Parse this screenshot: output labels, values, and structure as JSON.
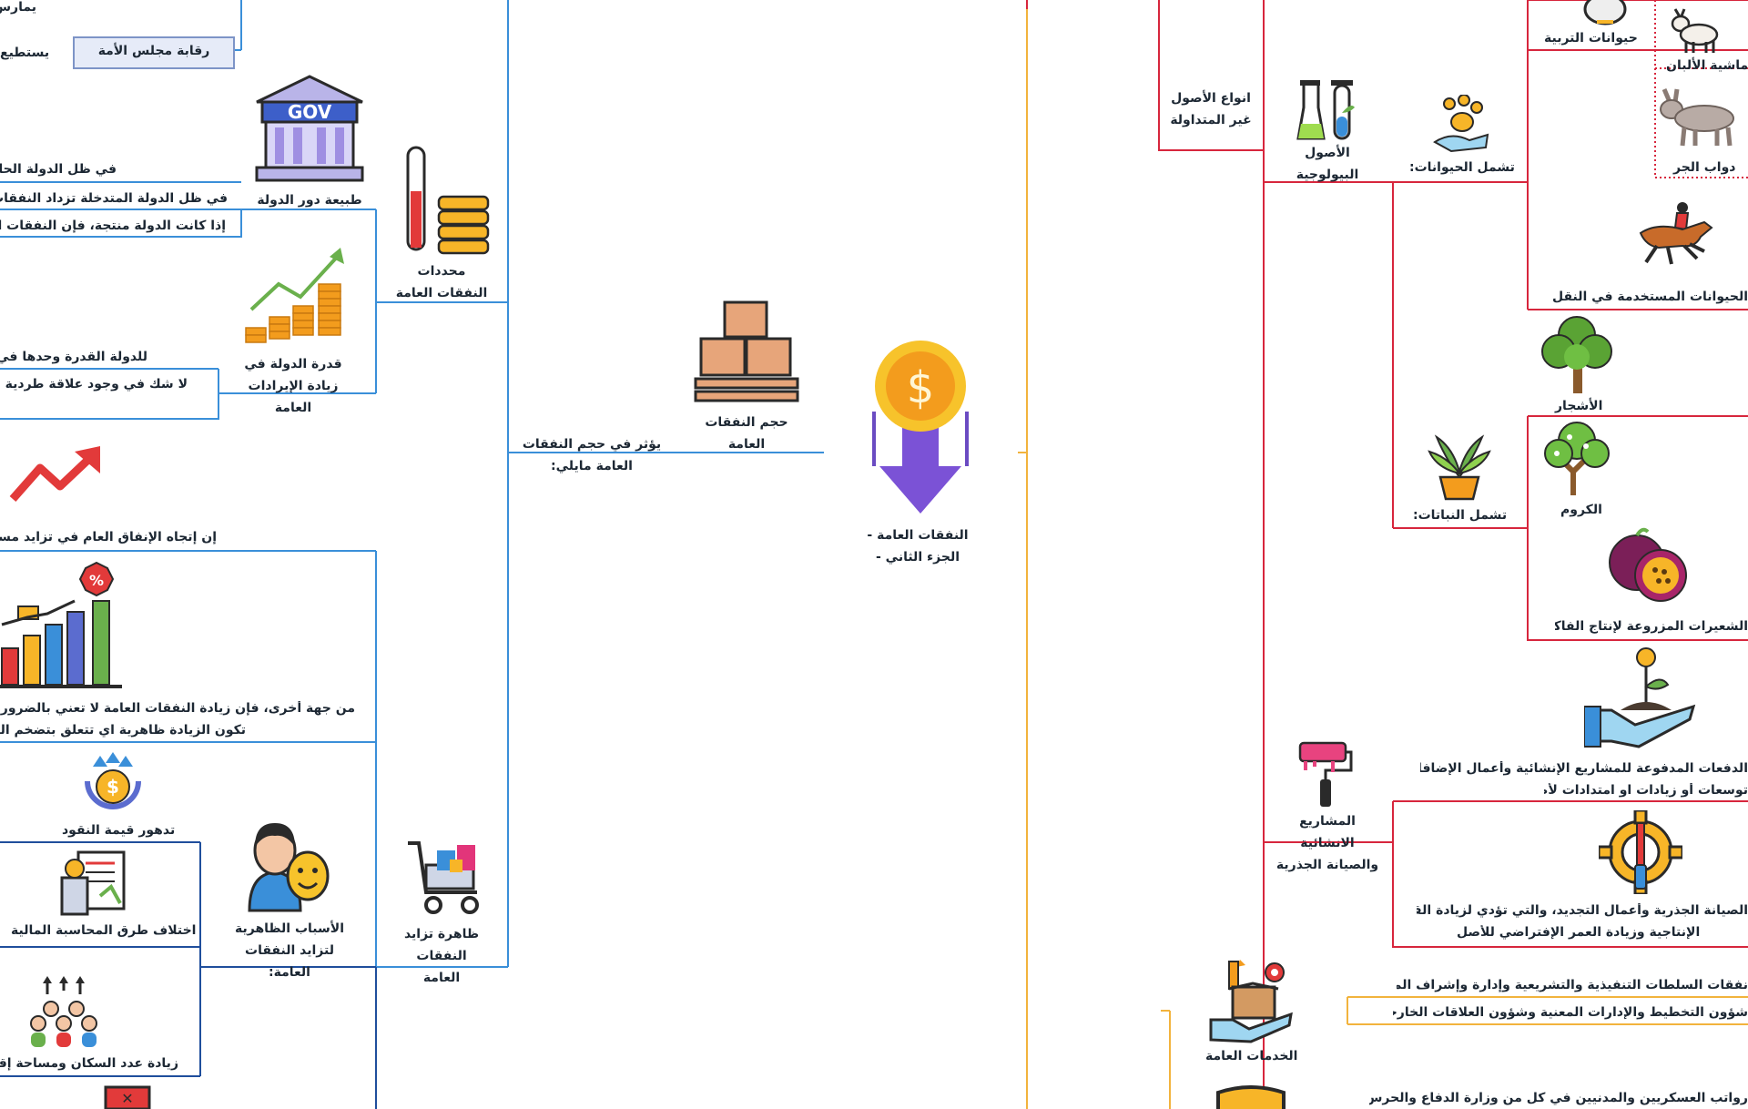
{
  "colors": {
    "blue": "#3a8fd9",
    "navy": "#1f4e9c",
    "red": "#d7263d",
    "gold": "#f2b33d",
    "orange": "#f0a032",
    "text": "#1c2733"
  },
  "center": {
    "title": "النفقات العامة - الجزء الثاني -"
  },
  "left": {
    "volume": "حجم النفقات العامة",
    "affects": "يؤثر في حجم النفقات العامة مايلي:",
    "determinants": "محددات النفقات العامة",
    "nature_role": "طبيعة دور الدولة",
    "parliament_control": "رقابة مجلس الأمة",
    "exercises": "يمارس",
    "can": "يستطيع",
    "guard_state": "في ظل الدولة الحارسة",
    "interventionist_state": "في ظل الدولة المتدخلة تزداد النفقات العامة",
    "producer_state": "إذا كانت الدولة منتجة، فإن النفقات العامة",
    "revenue_capacity": "قدرة الدولة في زيادة الإيرادات العامة",
    "state_power": "للدولة القدرة وحدها في فرض",
    "no_doubt": "لا شك في وجود علاقة طردية بين",
    "trend": "إن إتجاه الإنفاق العام في تزايد مستمر",
    "other_hand_1": "من جهة أخرى، فإن زيادة النفقات العامة لا تعني بالضرورة زيادة",
    "other_hand_2": "تكون الزيادة ظاهرية اي تتعلق بتضخم المبالغ",
    "phenomenon": "ظاهرة تزايد النفقات العامة",
    "apparent_causes": "الأسباب الظاهرية لتزايد النفقات العامة:",
    "money_depreciation": "تدهور قيمة النقود",
    "accounting_methods": "اختلاف طرق المحاسبة المالية",
    "population": "زيادة عدد السكان ومساحة إقليم الدولة"
  },
  "right": {
    "non_current_types": "انواع الأصول غير المتداولة",
    "biological": "الأصول البيولوجية",
    "animals": "تشمل الحيوانات:",
    "breeding": "حيوانات التربية",
    "dairy": "ماشية الألبان",
    "draft": "دواب الجر",
    "transport": "الحيوانات المستخدمة في النقل او السباق",
    "plants": "تشمل النباتات:",
    "trees": "الأشجار",
    "vines": "الكروم",
    "fruit_shrubs": "الشعيرات المزروعة لإنتاج الفاكهة",
    "construction": "المشاريع الانشائية والصيانة الجذرية",
    "payments_1": "الدفعات المدفوعة للمشاريع الإنشائية وأعمال الإضافات من",
    "payments_2": "توسعات أو زيادات او امتدادات لأصل قائم",
    "maintenance_1": "الصيانة الجذرية وأعمال التجديد، والتي تؤدي لزيادة القيمة",
    "maintenance_2": "الإنتاجية وزيادة العمر الإفتراضي للأصل",
    "public_services": "الخدمات العامة",
    "authorities": "نفقات السلطات التنفيذية والتشريعية وإدارة وإشراف المال العام",
    "planning": "شؤون التخطيط والإدارات المعنية وشؤون العلاقات الخارجية",
    "military": "رواتب العسكريين والمدنيين في كل من وزارة الدفاع والحرس الوطني، كما"
  }
}
